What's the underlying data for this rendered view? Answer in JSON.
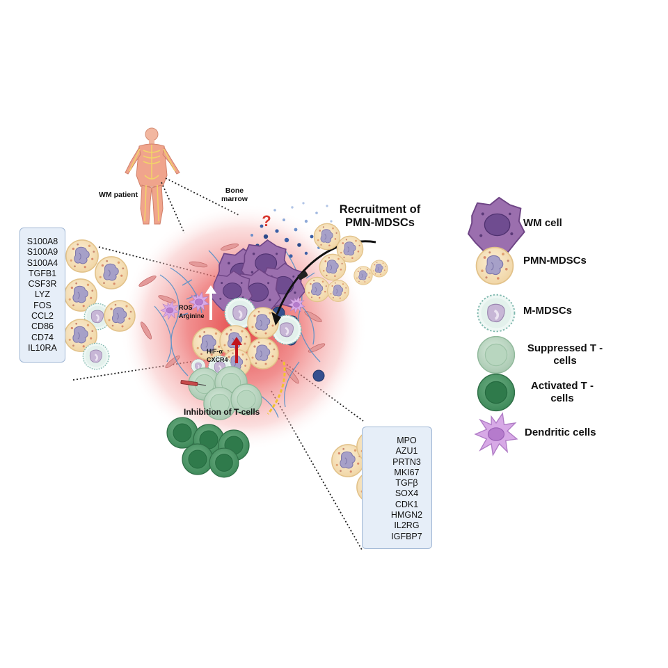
{
  "labels": {
    "wm_patient": "WM patient",
    "bone_marrow": "Bone\nmarrow",
    "recruitment": "Recruitment of\nPMN-MDSCs",
    "question_mark": "?",
    "ros": "ROS",
    "arginine": "Arginine",
    "hif": "HIF-α",
    "cxcr4": "CXCR4",
    "inhibition": "Inhibition of T-cells"
  },
  "left_genes": [
    "S100A8",
    "S100A9",
    "S100A4",
    "TGFB1",
    "CSF3R",
    "LYZ",
    "FOS",
    "CCL2",
    "CD86",
    "CD74",
    "IL10RA"
  ],
  "right_genes": [
    "MPO",
    "AZU1",
    "PRTN3",
    "MKI67",
    "TGFβ",
    "SOX4",
    "CDK1",
    "HMGN2",
    "IL2RG",
    "IGFBP7"
  ],
  "legend": [
    {
      "name": "WM cell",
      "icon": "wm-cell-icon"
    },
    {
      "name": "PMN-MDSCs",
      "icon": "pmn-mdsc-icon"
    },
    {
      "name": "M-MDSCs",
      "icon": "m-mdsc-icon"
    },
    {
      "name": "Suppressed T -\ncells",
      "icon": "suppressed-t-cell-icon"
    },
    {
      "name": "Activated T -\ncells",
      "icon": "activated-t-cell-icon"
    },
    {
      "name": "Dendritic cells",
      "icon": "dendritic-cell-icon"
    }
  ],
  "colors": {
    "wm_cell": "#9b6fae",
    "pmn_mdsc": "#f6e3bf",
    "pmn_nucleus": "#a6a0c8",
    "m_mdsc": "#e6f3f0",
    "suppressed_t": "#9cc2a6",
    "activated_t": "#3e8a5a",
    "dendritic": "#c79ad8",
    "halo": "#e65b5b",
    "gene_box": "#e6eef8"
  }
}
